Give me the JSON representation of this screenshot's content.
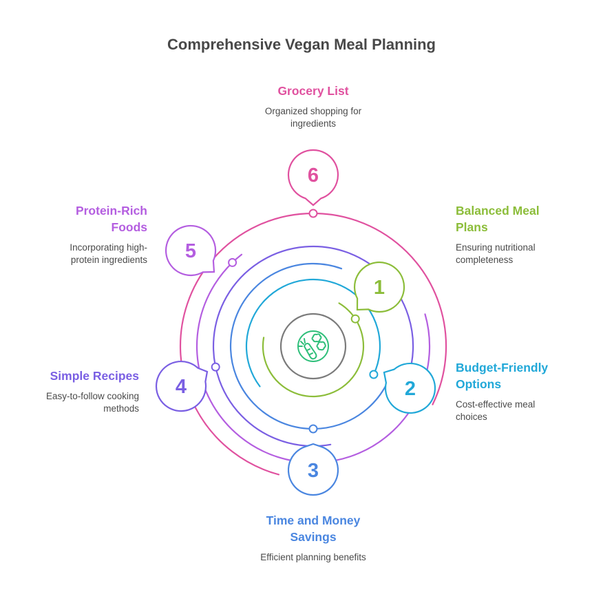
{
  "title": "Comprehensive Vegan Meal Planning",
  "center_icon": "carrot-vegetables-icon",
  "colors": {
    "title": "#484848",
    "description": "#4a4a4a",
    "center_ring": "#7b7b7b",
    "center_icon": "#2fbf7a"
  },
  "steps": [
    {
      "number": "1",
      "title": "Balanced Meal Plans",
      "title_lines": [
        "Balanced Meal",
        "Plans"
      ],
      "description_lines": [
        "Ensuring nutritional",
        "completeness"
      ],
      "color": "#8cbd3a"
    },
    {
      "number": "2",
      "title": "Budget-Friendly Options",
      "title_lines": [
        "Budget-Friendly",
        "Options"
      ],
      "description_lines": [
        "Cost-effective meal",
        "choices"
      ],
      "color": "#21a8d8"
    },
    {
      "number": "3",
      "title": "Time and Money Savings",
      "title_lines": [
        "Time and Money",
        "Savings"
      ],
      "description_lines": [
        "Efficient planning benefits"
      ],
      "color": "#4a86e0"
    },
    {
      "number": "4",
      "title": "Simple Recipes",
      "title_lines": [
        "Simple Recipes"
      ],
      "description_lines": [
        "Easy-to-follow cooking",
        "methods"
      ],
      "color": "#7a5fe3"
    },
    {
      "number": "5",
      "title": "Protein-Rich Foods",
      "title_lines": [
        "Protein-Rich",
        "Foods"
      ],
      "description_lines": [
        "Incorporating high-",
        "protein ingredients"
      ],
      "color": "#b45ee0"
    },
    {
      "number": "6",
      "title": "Grocery List",
      "title_lines": [
        "Grocery List"
      ],
      "description_lines": [
        "Organized shopping for",
        "ingredients"
      ],
      "color": "#e0519f"
    }
  ]
}
